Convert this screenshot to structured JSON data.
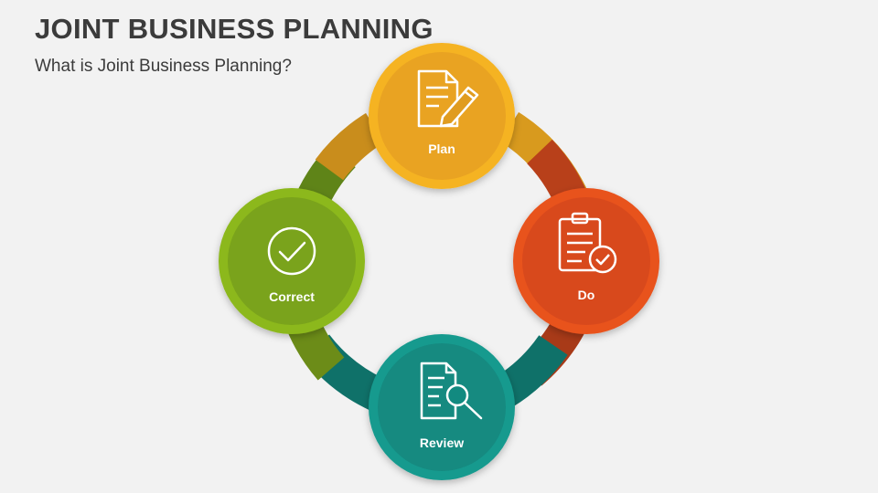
{
  "header": {
    "title": "JOINT BUSINESS PLANNING",
    "subtitle": "What is Joint Business Planning?"
  },
  "cycle": {
    "nodes": [
      {
        "id": "plan",
        "label": "Plan",
        "icon": "document-pencil-icon",
        "color": "#e9a321",
        "ring": "#f5b323"
      },
      {
        "id": "do",
        "label": "Do",
        "icon": "clipboard-check-icon",
        "color": "#d84a1d",
        "ring": "#e8521f"
      },
      {
        "id": "review",
        "label": "Review",
        "icon": "document-magnifier-icon",
        "color": "#128a80",
        "ring": "#179a8e"
      },
      {
        "id": "correct",
        "label": "Correct",
        "icon": "check-circle-icon",
        "color": "#7aa31a",
        "ring": "#8cb81c"
      }
    ]
  }
}
